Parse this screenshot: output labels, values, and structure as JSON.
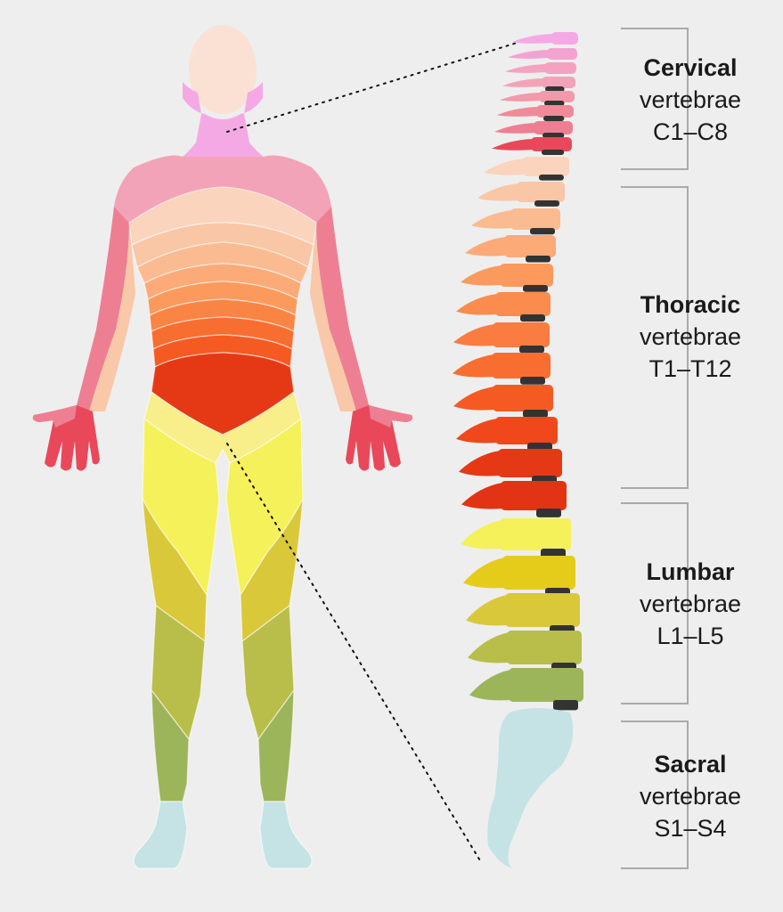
{
  "regions": [
    {
      "id": "cervical",
      "title": "Cervical",
      "subtitle": "vertebrae",
      "range": "C1–C8"
    },
    {
      "id": "thoracic",
      "title": "Thoracic",
      "subtitle": "vertebrae",
      "range": "T1–T12"
    },
    {
      "id": "lumbar",
      "title": "Lumbar",
      "subtitle": "vertebrae",
      "range": "L1–L5"
    },
    {
      "id": "sacral",
      "title": "Sacral",
      "subtitle": "vertebrae",
      "range": "S1–S4"
    }
  ],
  "colors": {
    "background": "#eeeeee",
    "skin": "#fbe1d3",
    "cervical_neck": "#f5a9e4",
    "cervical_shoulder": "#f3a3b7",
    "cervical_arm": "#ee7f93",
    "cervical_hand": "#e9485a",
    "thoracic_light": "#f8c8a8",
    "thoracic_mid": "#fb9a5c",
    "thoracic_dark": "#e53916",
    "lumbar_light": "#f5f15a",
    "lumbar_mid": "#d9c83a",
    "lumbar_dark": "#9db55a",
    "sacral": "#c5e3e4",
    "disc": "#333333",
    "bracket": "#aaaaaa"
  }
}
